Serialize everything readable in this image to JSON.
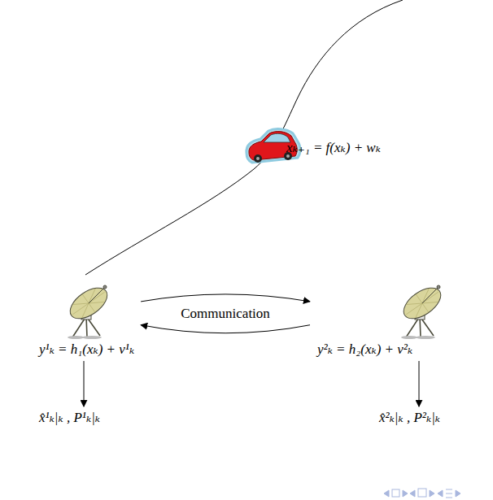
{
  "diagram": {
    "nodes": [
      {
        "text": [
          "y¹ₖ = h₁(xₖ) + v¹ₖ"
        ]
      },
      {
        "text": [
          "y²ₖ = h₂(xₖ) + v²ₖ"
        ]
      },
      {
        "text": [
          "x̂¹ₖ|ₖ , P¹ₖ|ₖ"
        ]
      },
      {
        "text": [
          "x̂²ₖ|ₖ , P²ₖ|ₖ"
        ]
      }
    ],
    "edges": [
      {
        "from": 0,
        "to": 1,
        "arrow": "to",
        "label": "Communication"
      },
      {
        "from": 1,
        "to": 0,
        "arrow": "to"
      },
      {
        "from": 0,
        "to": 2,
        "arrow": "to"
      },
      {
        "from": 1,
        "to": 3,
        "arrow": "to"
      }
    ],
    "labels": [
      "xₖ₊₁ = f(xₖ) + wₖ"
    ]
  }
}
